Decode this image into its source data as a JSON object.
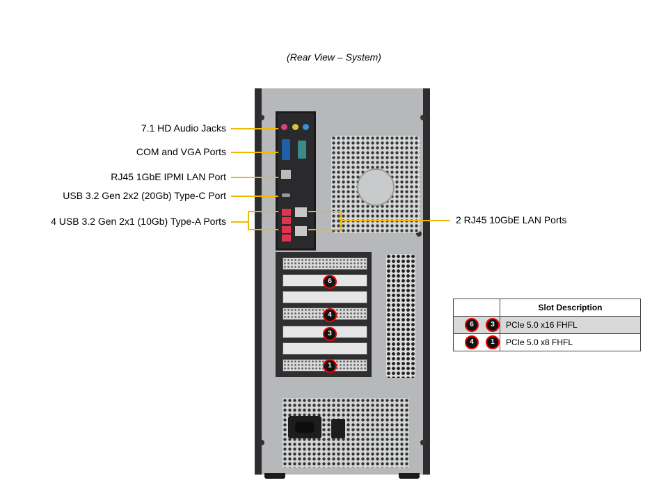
{
  "title": "(Rear View – System)",
  "callouts_left": [
    {
      "label": "7.1 HD Audio Jacks"
    },
    {
      "label": "COM and VGA Ports"
    },
    {
      "label": "RJ45 1GbE IPMI LAN Port"
    },
    {
      "label": "USB 3.2 Gen 2x2 (20Gb) Type-C Port"
    },
    {
      "label": "4 USB 3.2 Gen 2x1 (10Gb) Type-A Ports"
    }
  ],
  "callout_right": {
    "label": "2 RJ45 10GbE LAN Ports"
  },
  "slot_badges": [
    "6",
    "4",
    "3",
    "1"
  ],
  "table": {
    "header": "Slot Description",
    "rows": [
      {
        "slots": [
          "6",
          "3"
        ],
        "description": "PCIe 5.0 x16 FHFL"
      },
      {
        "slots": [
          "4",
          "1"
        ],
        "description": "PCIe 5.0 x8 FHFL"
      }
    ]
  },
  "colors": {
    "callout_line": "#f2b705",
    "badge_ring": "#e00000",
    "chassis": "#b6b8ba"
  }
}
